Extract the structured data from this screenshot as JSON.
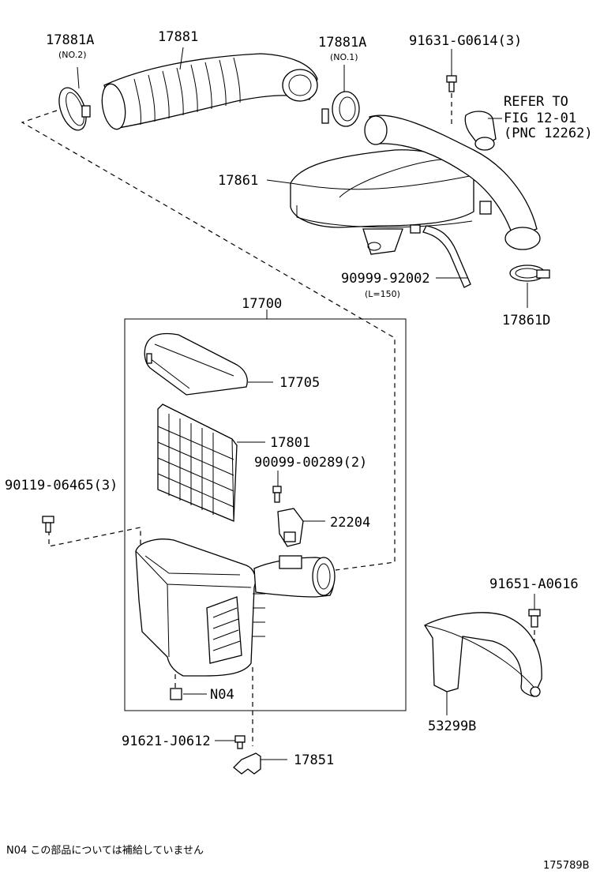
{
  "parts": {
    "p17881A_left": "17881A",
    "p17881A_left_sub": "(NO.2)",
    "p17881": "17881",
    "p17881A_right": "17881A",
    "p17881A_right_sub": "(NO.1)",
    "p91631": "91631-G0614(3)",
    "refer_line1": "REFER TO",
    "refer_line2": "FIG 12-01",
    "refer_line3": "(PNC 12262)",
    "p17861": "17861",
    "p90999": "90999-92002",
    "p90999_sub": "(L=150)",
    "p17861D": "17861D",
    "p17700": "17700",
    "p17705": "17705",
    "p17801": "17801",
    "p90099": "90099-00289(2)",
    "p90119": "90119-06465(3)",
    "p22204": "22204",
    "p91651": "91651-A0616",
    "pN04": "N04",
    "p53299B": "53299B",
    "p91621": "91621-J0612",
    "p17851": "17851"
  },
  "footnote": "N04 この部品については補給していません",
  "figure_id": "175789B"
}
